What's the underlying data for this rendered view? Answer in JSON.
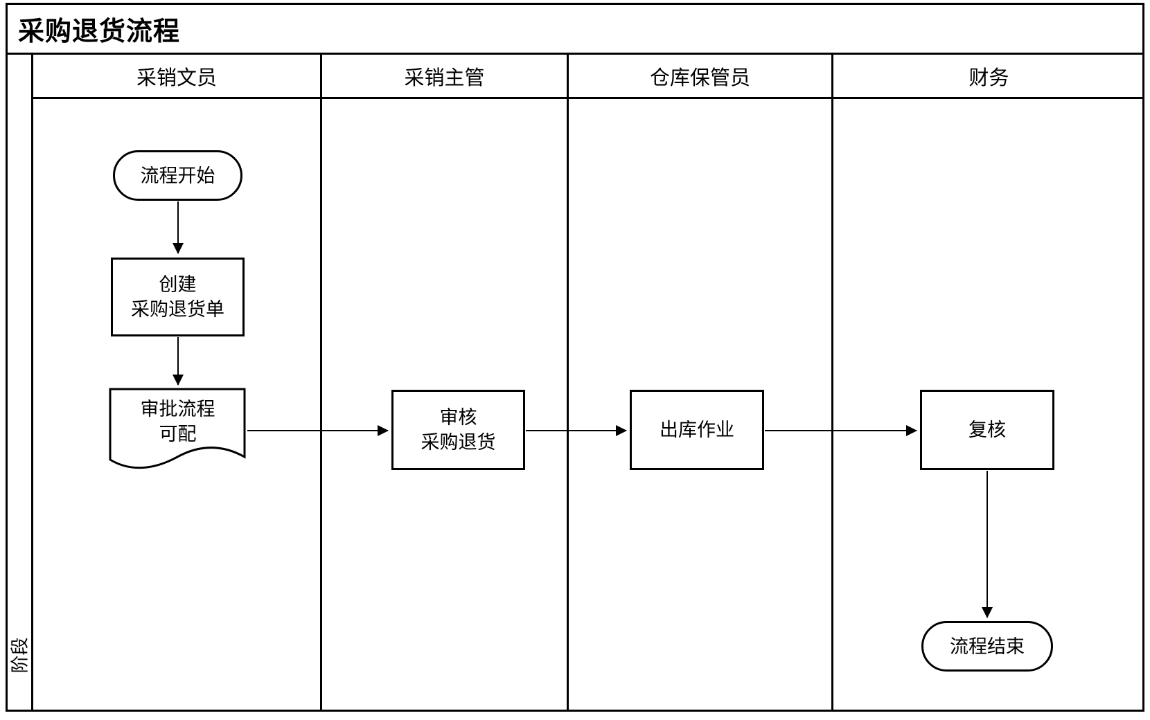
{
  "diagram": {
    "title": "采购退货流程",
    "phase_label": "阶段",
    "lanes": [
      {
        "label": "采销文员"
      },
      {
        "label": "采销主管"
      },
      {
        "label": "仓库保管员"
      },
      {
        "label": "财务"
      }
    ],
    "nodes": {
      "start": {
        "type": "terminator",
        "label": "流程开始",
        "lane": "采销文员"
      },
      "create": {
        "type": "process",
        "line1": "创建",
        "line2": "采购退货单",
        "lane": "采销文员"
      },
      "approval": {
        "type": "document",
        "line1": "审批流程",
        "line2": "可配",
        "lane": "采销文员"
      },
      "review": {
        "type": "process",
        "line1": "审核",
        "line2": "采购退货",
        "lane": "采销主管"
      },
      "outbound": {
        "type": "process",
        "label": "出库作业",
        "lane": "仓库保管员"
      },
      "recheck": {
        "type": "process",
        "label": "复核",
        "lane": "财务"
      },
      "end": {
        "type": "terminator",
        "label": "流程结束",
        "lane": "财务"
      }
    },
    "edges": [
      {
        "from": "start",
        "to": "create"
      },
      {
        "from": "create",
        "to": "approval"
      },
      {
        "from": "approval",
        "to": "review"
      },
      {
        "from": "review",
        "to": "outbound"
      },
      {
        "from": "outbound",
        "to": "recheck"
      },
      {
        "from": "recheck",
        "to": "end"
      }
    ],
    "colors": {
      "line": "#000000",
      "background": "#ffffff"
    }
  }
}
